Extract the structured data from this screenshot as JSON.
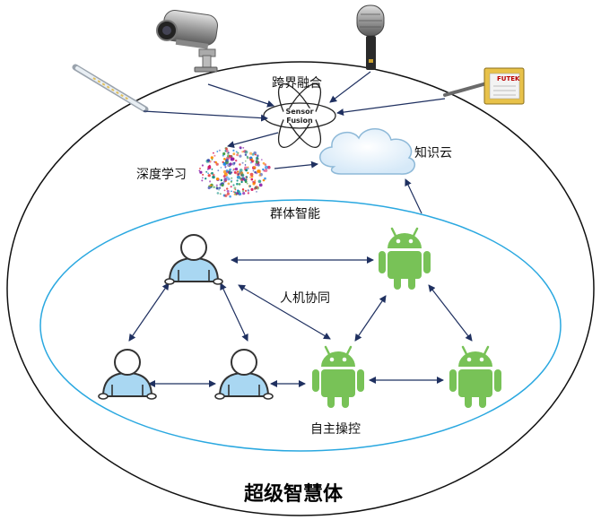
{
  "title": "超级智慧体",
  "labels": {
    "cross_fusion": "跨界融合",
    "deep_learning": "深度学习",
    "knowledge_cloud": "知识云",
    "swarm_intelligence": "群体智能",
    "human_machine": "人机协同",
    "autonomous_control": "自主操控"
  },
  "sensor_fusion": {
    "line1": "Sensor",
    "line2": "Fusion"
  },
  "sensor_brand": "FUTEK",
  "colors": {
    "outer_ellipse": "#111111",
    "inner_ellipse": "#2aa8e0",
    "arrow": "#1f3060",
    "android": "#78c257",
    "human_fill": "#a9d7f2",
    "cloud_fill": "#eef6fc"
  }
}
